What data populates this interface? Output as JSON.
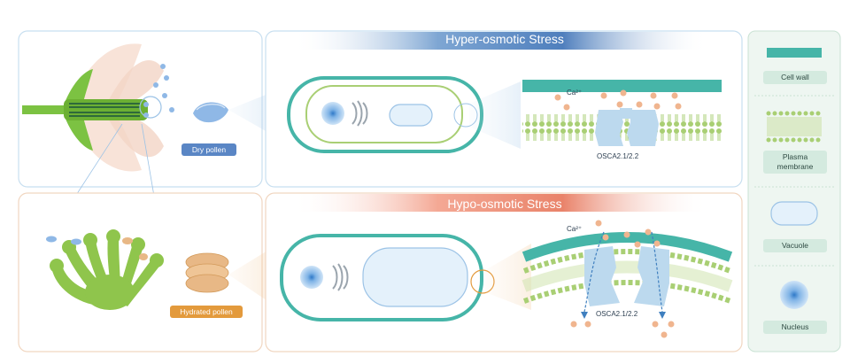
{
  "panels": {
    "hyper_title": "Hyper-osmotic Stress",
    "hypo_title": "Hypo-osmotic Stress"
  },
  "labels": {
    "dry_pollen": "Dry pollen",
    "hydrated_pollen": "Hydrated pollen",
    "ca_top": "Ca²⁺",
    "ca_bottom": "Ca²⁺",
    "channel_top": "OSCA2.1/2.2",
    "channel_bottom": "OSCA2.1/2.2"
  },
  "legend": {
    "cell_wall": "Cell wall",
    "plasma_membrane_1": "Plasma",
    "plasma_membrane_2": "membrane",
    "vacuole": "Vacuole",
    "nucleus": "Nucleus"
  },
  "colors": {
    "cell_wall": "#46b5a8",
    "membrane": "#a9cf74",
    "hyper_accent": "#4f86bf",
    "hypo_accent": "#e9836a",
    "ion": "#f0b58f",
    "channel": "#bcd9ee",
    "flower_green": "#7cc242",
    "pollen_blue": "#8fb8e6",
    "pollen_orange": "#e8b886",
    "legend_bg": "#eef6f1"
  }
}
